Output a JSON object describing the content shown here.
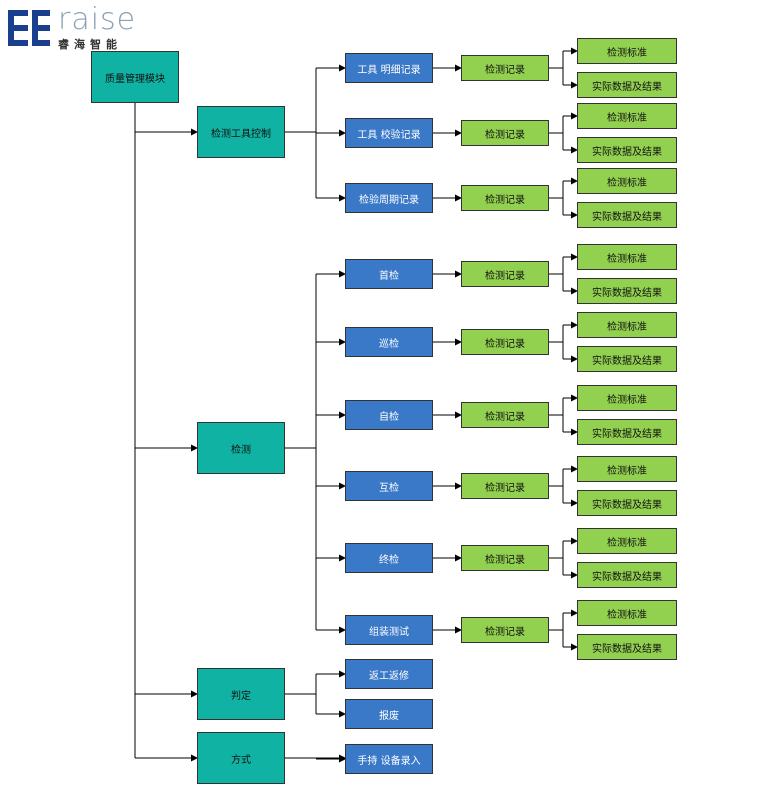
{
  "logo": {
    "word": "raise",
    "subtitle": "睿海智能"
  },
  "root": "质量管理模块",
  "branches": [
    {
      "label": "检测工具控制",
      "children": [
        {
          "label": "工具 明细记录",
          "record": "检测记录",
          "leaves": [
            "检测标准",
            "实际数据及结果"
          ]
        },
        {
          "label": "工具 校验记录",
          "record": "检测记录",
          "leaves": [
            "检测标准",
            "实际数据及结果"
          ]
        },
        {
          "label": "检验周期记录",
          "record": "检测记录",
          "leaves": [
            "检测标准",
            "实际数据及结果"
          ]
        }
      ]
    },
    {
      "label": "检测",
      "children": [
        {
          "label": "首检",
          "record": "检测记录",
          "leaves": [
            "检测标准",
            "实际数据及结果"
          ]
        },
        {
          "label": "巡检",
          "record": "检测记录",
          "leaves": [
            "检测标准",
            "实际数据及结果"
          ]
        },
        {
          "label": "自检",
          "record": "检测记录",
          "leaves": [
            "检测标准",
            "实际数据及结果"
          ]
        },
        {
          "label": "互检",
          "record": "检测记录",
          "leaves": [
            "检测标准",
            "实际数据及结果"
          ]
        },
        {
          "label": "终检",
          "record": "检测记录",
          "leaves": [
            "检测标准",
            "实际数据及结果"
          ]
        },
        {
          "label": "组装测试",
          "record": "检测记录",
          "leaves": [
            "检测标准",
            "实际数据及结果"
          ]
        }
      ]
    },
    {
      "label": "判定",
      "children": [
        {
          "label": "返工返修"
        },
        {
          "label": "报废"
        }
      ]
    },
    {
      "label": "方式",
      "children": [
        {
          "label": "手持 设备录入"
        }
      ]
    }
  ],
  "colors": {
    "teal": "#10b3a3",
    "blue": "#3a78c8",
    "green": "#92d050",
    "line": "#000000"
  }
}
